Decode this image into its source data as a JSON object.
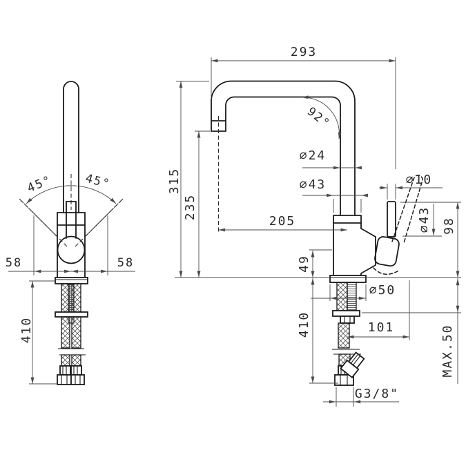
{
  "drawing": {
    "kind": "technical dimension drawing",
    "subject": "single-lever kitchen mixer tap, front view and side view"
  },
  "colors": {
    "background": "#ffffff",
    "object_line": "#1a1a1a",
    "dimension_line": "#4a4a4a",
    "text": "#2b2b2b"
  },
  "front_view": {
    "labels": {
      "swivel_angle_left": "45°",
      "swivel_angle_right": "45°",
      "reach_left": "58",
      "reach_right": "58",
      "hose_length": "410"
    }
  },
  "side_view": {
    "labels": {
      "spout_reach": "293",
      "spout_bend_angle": "92°",
      "spout_tube_diameter": "⌀24",
      "riser_diameter": "⌀43",
      "spout_height": "315",
      "outlet_height": "235",
      "outlet_projection": "205",
      "lever_diameter": "⌀10",
      "handle_diameter": "⌀43",
      "handle_height": "98",
      "body_height": "49",
      "base_diameter": "⌀50",
      "hose_length": "410",
      "side_offset": "101",
      "max_deck_thickness": "MAX.50",
      "supply_thread": "G3/8\""
    }
  }
}
